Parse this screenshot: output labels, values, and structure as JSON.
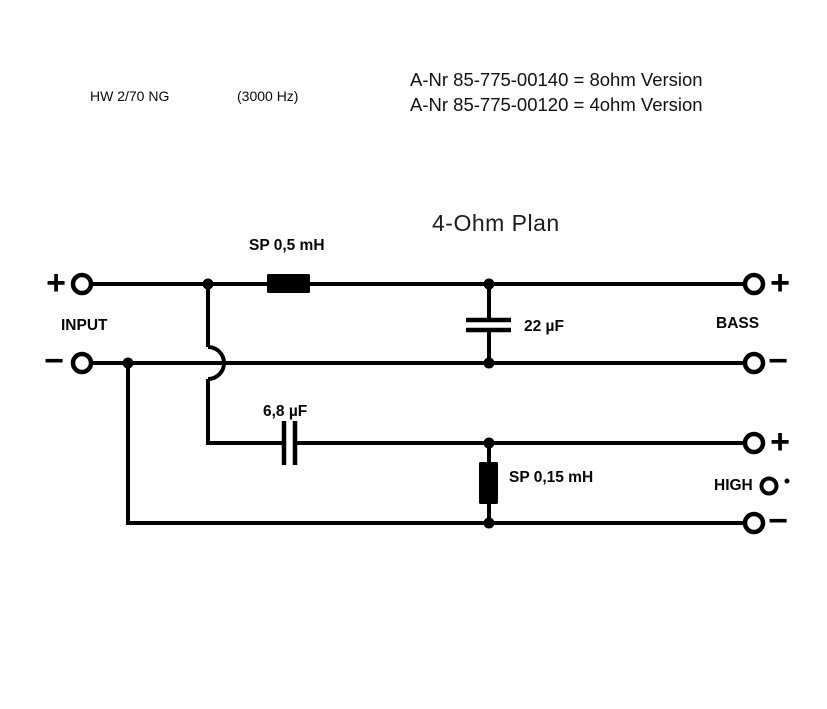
{
  "header": {
    "model": "HW 2/70 NG",
    "frequency_note": "(3000 Hz)",
    "version_line_1": "A-Nr 85-775-00140 = 8ohm Version",
    "version_line_2": "A-Nr 85-775-00120 = 4ohm Version"
  },
  "diagram": {
    "title": "4-Ohm Plan",
    "components": {
      "bass_inductor_label": "SP 0,5 mH",
      "bass_capacitor_label": "22 µF",
      "high_capacitor_label": "6,8 µF",
      "high_inductor_label": "SP 0,15 mH"
    },
    "terminals": {
      "input_label": "INPUT",
      "bass_label": "BASS",
      "high_label": "HIGH",
      "plus": "+",
      "minus": "−"
    },
    "colors": {
      "line": "#000000",
      "background": "#ffffff"
    }
  }
}
